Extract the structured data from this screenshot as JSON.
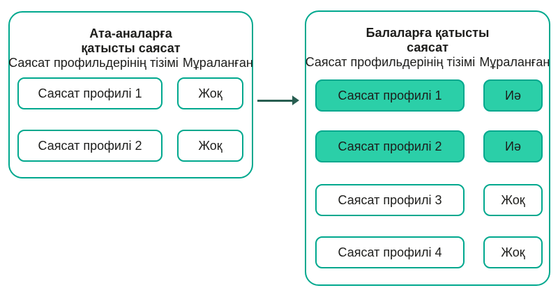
{
  "colors": {
    "panel_border": "#00A88E",
    "highlight_fill": "#2BCFA8",
    "arrow": "#285E51",
    "text": "#1D1D1B",
    "background": "#FFFFFF"
  },
  "arrow": {
    "icon": "right-arrow"
  },
  "panels": {
    "parent": {
      "title": "Ата-аналарға\nқатысты саясат",
      "columns": {
        "profiles": "Саясат профильдерінің тізімі",
        "inherited": "Мұраланған"
      },
      "rows": [
        {
          "profile": "Саясат профилі 1",
          "inherited": "Жоқ",
          "highlighted": false
        },
        {
          "profile": "Саясат профилі 2",
          "inherited": "Жоқ",
          "highlighted": false
        }
      ]
    },
    "child": {
      "title": "Балаларға қатысты\nсаясат",
      "columns": {
        "profiles": "Саясат профильдерінің тізімі",
        "inherited": "Мұраланған"
      },
      "rows": [
        {
          "profile": "Саясат профилі 1",
          "inherited": "Иә",
          "highlighted": true
        },
        {
          "profile": "Саясат профилі 2",
          "inherited": "Иә",
          "highlighted": true
        },
        {
          "profile": "Саясат профилі 3",
          "inherited": "Жоқ",
          "highlighted": false
        },
        {
          "profile": "Саясат профилі 4",
          "inherited": "Жоқ",
          "highlighted": false
        }
      ]
    }
  }
}
